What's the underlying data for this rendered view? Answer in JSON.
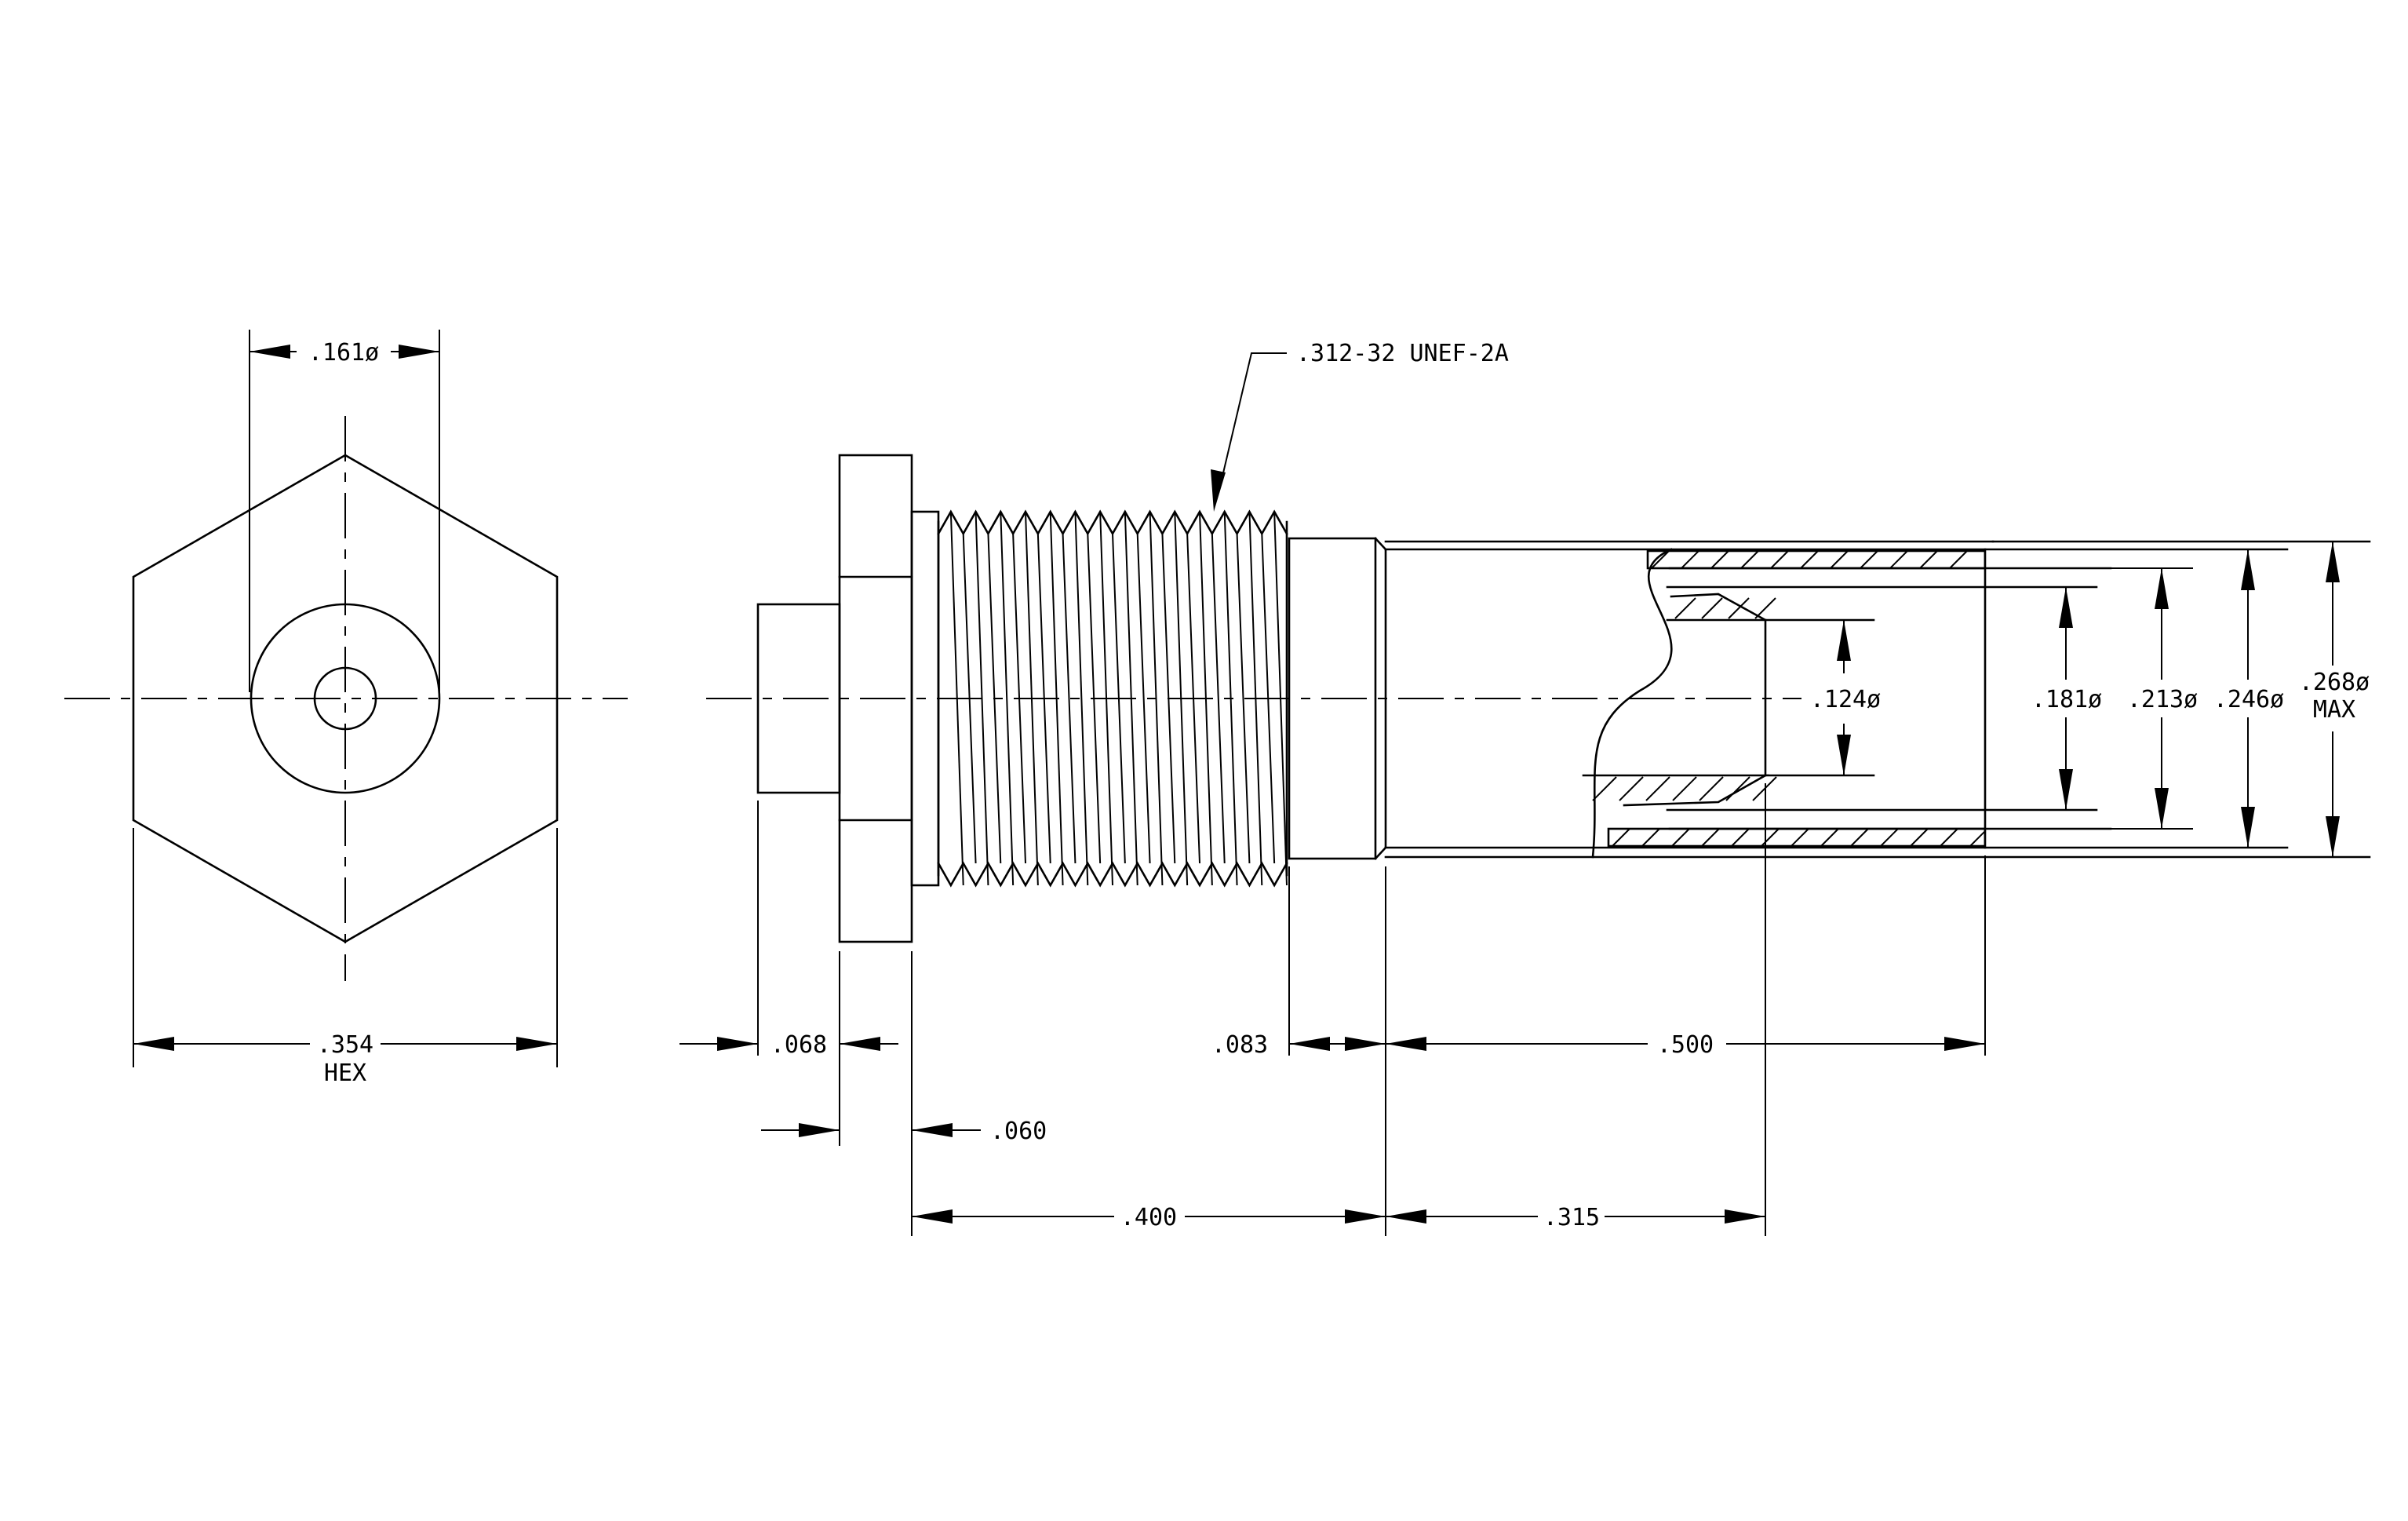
{
  "dimensions": {
    "hole_dia": ".161ø",
    "hex_width": ".354",
    "hex_word": "HEX",
    "thread_spec": ".312-32 UNEF-2A",
    "d_068": ".068",
    "d_060": ".060",
    "d_083": ".083",
    "d_500": ".500",
    "d_400": ".400",
    "d_315": ".315",
    "dia_124": ".124ø",
    "dia_181": ".181ø",
    "dia_213": ".213ø",
    "dia_246": ".246ø",
    "dia_268": ".268ø",
    "max_word": "MAX"
  }
}
